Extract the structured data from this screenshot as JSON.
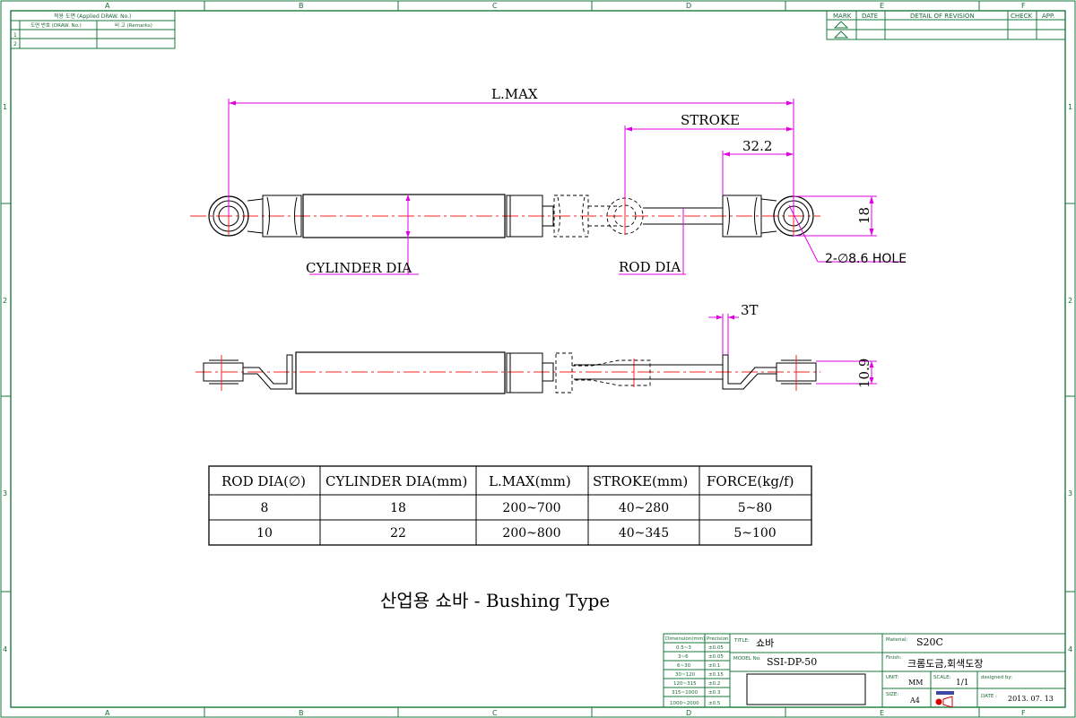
{
  "border": {
    "zones_top": [
      "A",
      "B",
      "C",
      "D",
      "E",
      "F"
    ],
    "zones_bottom": [
      "A",
      "B",
      "C",
      "D",
      "E",
      "F"
    ],
    "rows_left": [
      "1",
      "2",
      "3",
      "4"
    ],
    "rows_right": [
      "1",
      "2",
      "3",
      "4"
    ]
  },
  "applied_block": {
    "header": "적용 도면 (Applied DRAW. No.)",
    "col1": "도면 번호 (DRAW. No.)",
    "col2": "비 고 (Remarks)",
    "rows": [
      "1",
      "2"
    ]
  },
  "revision_block": {
    "mark": "MARK",
    "date": "DATE",
    "detail": "DETAIL OF REVISION",
    "check": "CHECK",
    "app": "APP."
  },
  "dims": {
    "lmax": "L.MAX",
    "stroke": "STROKE",
    "d322": "32.2",
    "d18": "18",
    "hole": "2-∅8.6 HOLE",
    "cyl": "CYLINDER DIA",
    "rod": "ROD DIA",
    "t3": "3T",
    "d109": "10.9"
  },
  "spec_table": {
    "headers": [
      "ROD DIA(∅)",
      "CYLINDER DIA(mm)",
      "L.MAX(mm)",
      "STROKE(mm)",
      "FORCE(kg/f)"
    ],
    "rows": [
      [
        "8",
        "18",
        "200~700",
        "40~280",
        "5~80"
      ],
      [
        "10",
        "22",
        "200~800",
        "40~345",
        "5~100"
      ]
    ]
  },
  "caption": "산업용 쇼바 - Bushing Type",
  "tolerance": {
    "headers": [
      "Dimension(mm)",
      "Precision"
    ],
    "rows": [
      [
        "0.5~3",
        "±0.05"
      ],
      [
        "3~6",
        "±0.05"
      ],
      [
        "6~30",
        "±0.1"
      ],
      [
        "30~120",
        "±0.15"
      ],
      [
        "120~315",
        "±0.2"
      ],
      [
        "315~1000",
        "±0.3"
      ],
      [
        "1000~2000",
        "±0.5"
      ]
    ]
  },
  "title_block": {
    "title_label": "TITLE:",
    "title_value": "쇼바",
    "model_label": "MODEL No.",
    "model_value": "SSI-DP-50",
    "material_label": "Material:",
    "material_value": "S20C",
    "finish_label": "Finish:",
    "finish_value": "크롬도금,회색도장",
    "unit_label": "UNIT:",
    "unit_value": "MM",
    "scale_label": "SCALE:",
    "scale_value": "1/1",
    "designed_label": "designed by:",
    "size_label": "SIZE:",
    "size_value": "A4",
    "date_label": "DATE :",
    "date_value": "2013. 07. 13"
  },
  "colors": {
    "frame": "#1a7a3c",
    "dimension": "#e000e0",
    "centerline": "#ff2020",
    "outline": "#000000"
  }
}
